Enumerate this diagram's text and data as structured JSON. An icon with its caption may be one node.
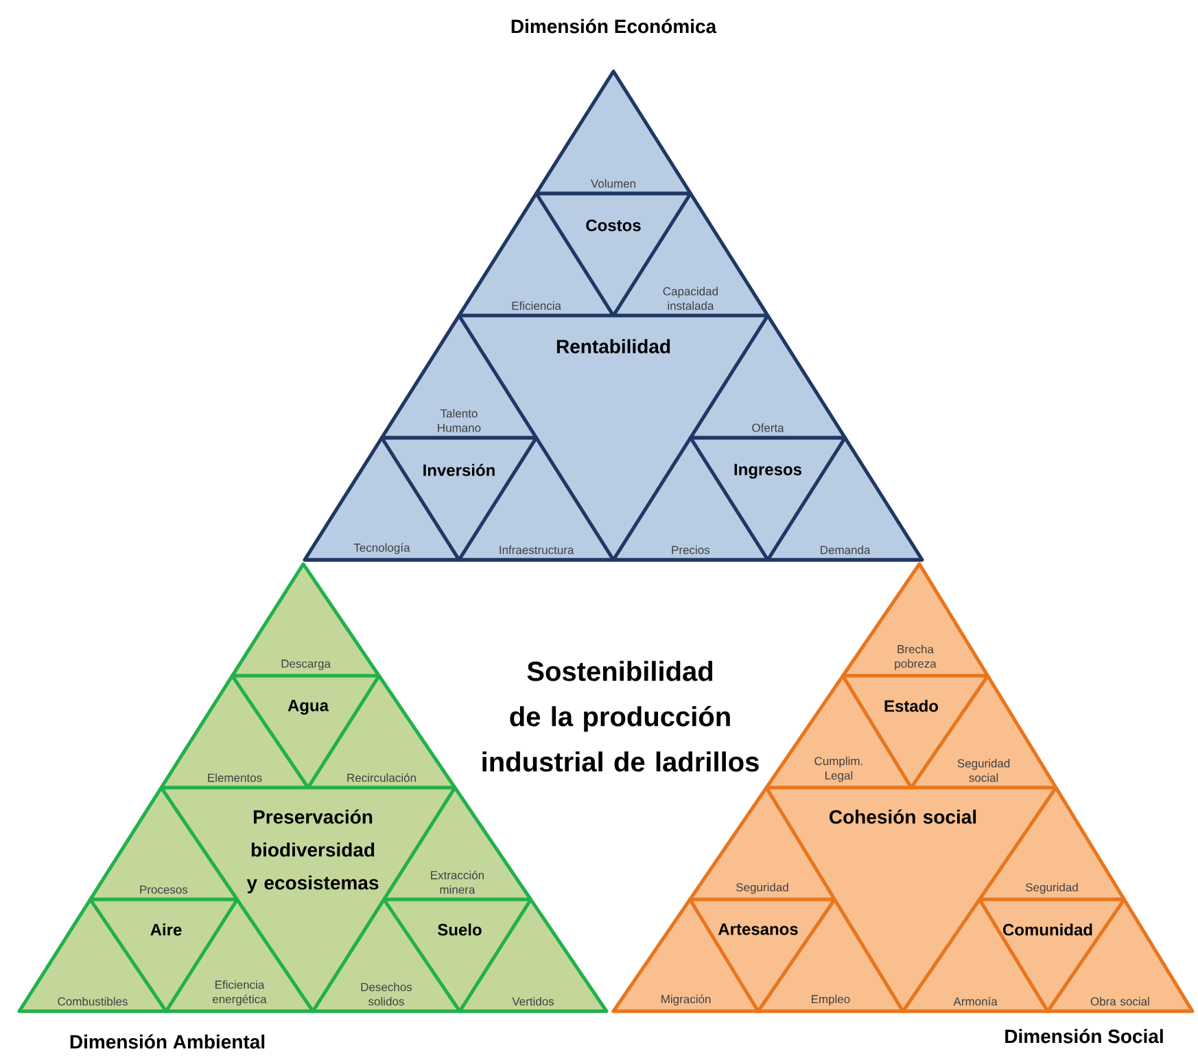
{
  "diagram": {
    "nodes": [
      {
        "text": [
          "Dimensión Económica"
        ]
      },
      {
        "text": [
          "Rentabilidad"
        ],
        "in": 0
      },
      {
        "text": [
          "Volumen"
        ],
        "in": 0
      },
      {
        "text": [
          "Costos"
        ],
        "in": 0
      },
      {
        "text": [
          "Eficiencia"
        ],
        "in": 0
      },
      {
        "text": [
          "Capacidad instalada"
        ],
        "in": 0
      },
      {
        "text": [
          "Talento Humano"
        ],
        "in": 0
      },
      {
        "text": [
          "Inversión"
        ],
        "in": 0
      },
      {
        "text": [
          "Tecnología"
        ],
        "in": 0
      },
      {
        "text": [
          "Infraestructura"
        ],
        "in": 0
      },
      {
        "text": [
          "Oferta"
        ],
        "in": 0
      },
      {
        "text": [
          "Ingresos"
        ],
        "in": 0
      },
      {
        "text": [
          "Precios"
        ],
        "in": 0
      },
      {
        "text": [
          "Demanda"
        ],
        "in": 0
      },
      {
        "text": [
          "Dimensión Ambiental"
        ]
      },
      {
        "text": [
          "Preservación biodiversidad y ecosistemas"
        ],
        "in": 14
      },
      {
        "text": [
          "Descarga"
        ],
        "in": 14
      },
      {
        "text": [
          "Agua"
        ],
        "in": 14
      },
      {
        "text": [
          "Elementos"
        ],
        "in": 14
      },
      {
        "text": [
          "Recirculación"
        ],
        "in": 14
      },
      {
        "text": [
          "Procesos"
        ],
        "in": 14
      },
      {
        "text": [
          "Aire"
        ],
        "in": 14
      },
      {
        "text": [
          "Combustibles"
        ],
        "in": 14
      },
      {
        "text": [
          "Eficiencia energética"
        ],
        "in": 14
      },
      {
        "text": [
          "Extracción minera"
        ],
        "in": 14
      },
      {
        "text": [
          "Suelo"
        ],
        "in": 14
      },
      {
        "text": [
          "Desechos solidos"
        ],
        "in": 14
      },
      {
        "text": [
          "Vertidos"
        ],
        "in": 14
      },
      {
        "text": [
          "Dimensión Social"
        ]
      },
      {
        "text": [
          "Cohesión social"
        ],
        "in": 28
      },
      {
        "text": [
          "Brecha pobreza"
        ],
        "in": 28
      },
      {
        "text": [
          "Estado"
        ],
        "in": 28
      },
      {
        "text": [
          "Cumplim. Legal"
        ],
        "in": 28
      },
      {
        "text": [
          "Seguridad social"
        ],
        "in": 28
      },
      {
        "text": [
          "Seguridad"
        ],
        "in": 28
      },
      {
        "text": [
          "Artesanos"
        ],
        "in": 28
      },
      {
        "text": [
          "Migración"
        ],
        "in": 28
      },
      {
        "text": [
          "Empleo"
        ],
        "in": 28
      },
      {
        "text": [
          "Seguridad"
        ],
        "in": 28
      },
      {
        "text": [
          "Comunidad"
        ],
        "in": 28
      },
      {
        "text": [
          "Armonía"
        ],
        "in": 28
      },
      {
        "text": [
          "Obra social"
        ],
        "in": 28
      }
    ],
    "labels": [
      "Sostenibilidad de la producción industrial de ladrillos"
    ]
  }
}
